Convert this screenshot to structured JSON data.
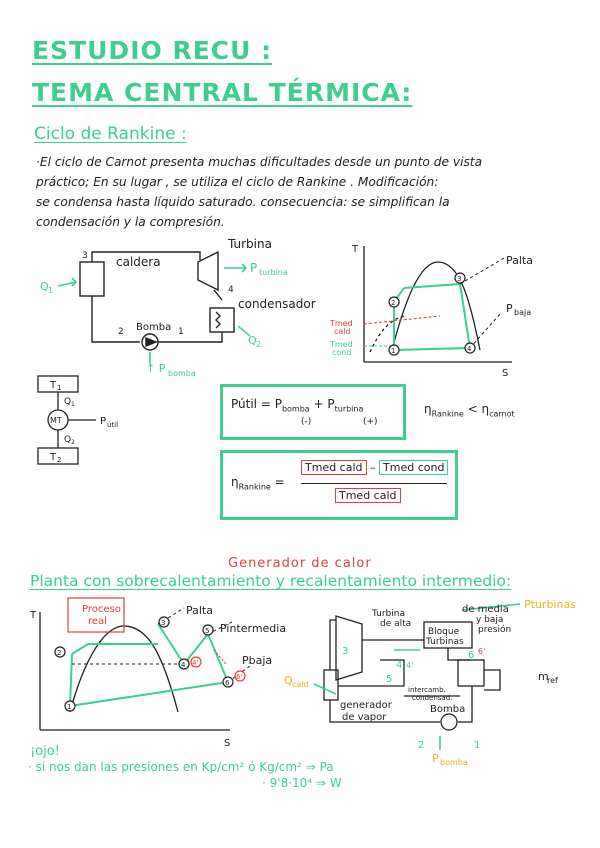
{
  "titles": {
    "line1": "ESTUDIO RECU :",
    "line2": "TEMA CENTRAL TÉRMICA:"
  },
  "rankine": {
    "heading": "Ciclo de Rankine :",
    "paragraph": [
      "·El ciclo de Carnot presenta muchas dificultades desde un punto de vista",
      "práctico; En su lugar , se utiliza el ciclo de Rankine . Modificación:",
      "se condensa hasta líquido saturado. consecuencia: se simplifican la",
      "condensación y la compresión."
    ],
    "cycle": {
      "caldera": "caldera",
      "turbina": "Turbina",
      "p_turbina": "P",
      "p_turbina_sub": "turbina",
      "condensador": "condensador",
      "bomba": "Bomba",
      "p_bomba": "↑ P",
      "p_bomba_sub": "bomba",
      "q1": "Q",
      "q1_sub": "1",
      "q2": "Q",
      "q2_sub": "2",
      "n1": "1",
      "n2": "2",
      "n3": "3",
      "n4": "4"
    },
    "ts": {
      "t": "T",
      "s": "S",
      "palta": "Palta",
      "pbaja": "P",
      "pbaja_sub": "baja",
      "tmed_cald": [
        "Tmed",
        "cald"
      ],
      "tmed_cond": [
        "Tmed",
        "cond"
      ],
      "p1": "1",
      "p2": "2",
      "p3": "3",
      "p4": "4"
    },
    "mt": {
      "t1": "T",
      "t1_sub": "1",
      "q1": "Q",
      "q1_sub": "1",
      "mt": "MT",
      "putil": "P",
      "putil_sub": "útil",
      "q2": "Q",
      "q2_sub": "2",
      "t2": "T",
      "t2_sub": "2"
    },
    "formula1": {
      "lhs": "Pútil = P",
      "bomba": "bomba",
      "plus": " + P",
      "turbina": "turbina",
      "minus_note": "(-)",
      "plus_note": "(+)"
    },
    "eta_compare": {
      "eta": "η",
      "rankine": "Rankine",
      "lt": " < η",
      "carnot": "carnot"
    },
    "formula2": {
      "eta": "η",
      "rankine": "Rankine",
      "eq": "=",
      "num_a": "Tmed cald",
      "minus": "–",
      "num_b": "Tmed cond",
      "den": "Tmed cald"
    }
  },
  "planta": {
    "top_label": "Generador de calor",
    "heading": "Planta con sobrecalentamiento y recalentamiento intermedio:",
    "ts": {
      "t": "T",
      "s": "S",
      "proceso": [
        "Proceso",
        "real"
      ],
      "palta": "Palta",
      "pintermedia": "Pintermedia",
      "pbaja": "Pbaja",
      "p1": "1",
      "p2": "2",
      "p3": "3",
      "p4": "4",
      "p4p": "4'",
      "p5": "5",
      "p6": "6",
      "p6p": "6'"
    },
    "plant": {
      "turbina_alta": [
        "Turbina",
        "de alta"
      ],
      "media_baja": [
        "de media",
        "y baja",
        "presión"
      ],
      "p_turbinas": "Pturbinas",
      "bloque": [
        "Bloque",
        "Turbinas"
      ],
      "qcald": "Q",
      "qcald_sub": "cald",
      "generador": [
        "generador",
        "de vapor"
      ],
      "intercambio": [
        "intercamb.",
        "condensad."
      ],
      "bomba": "Bomba",
      "p_bomba": "P",
      "p_bomba_sub": "bomba",
      "m_ref": "m",
      "m_ref_sub": "ref",
      "n1": "1",
      "n2": "2",
      "n3": "3",
      "n4": "4",
      "n4p": "4'",
      "n5": "5",
      "n6": "6",
      "n6p": "6'"
    },
    "notes": {
      "ojo": "¡ojo!",
      "line1": "· si nos dan las presiones en Kp/cm² ó Kg/cm² ⇒ Pa",
      "line2": "· 9'8·10⁴ ⇒ W"
    }
  },
  "colors": {
    "accent": "#3ccf8e",
    "red": "#e0403a",
    "yellow": "#f0b020",
    "ink": "#222222"
  }
}
